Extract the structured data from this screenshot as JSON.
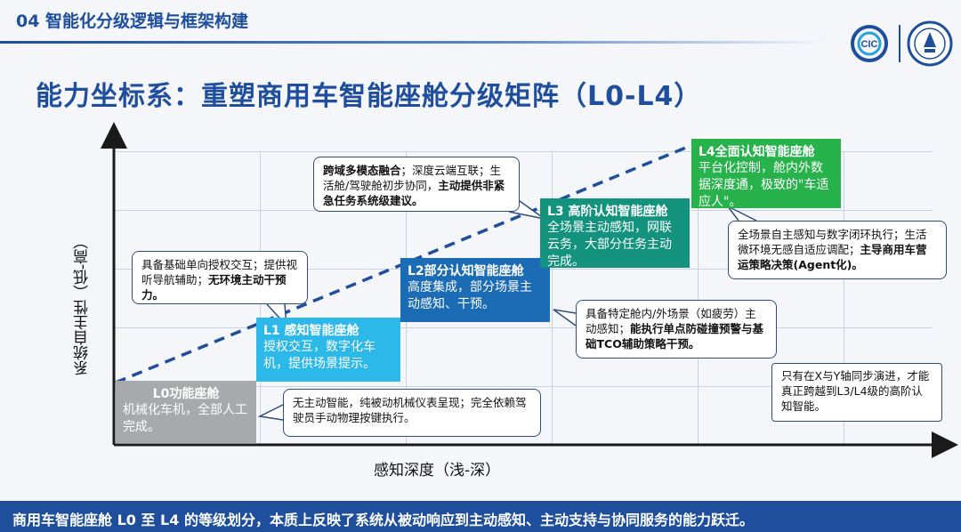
{
  "header": {
    "section_tag": "04 智能化分级逻辑与框架构建",
    "logo_text": "CIC"
  },
  "title": "能力坐标系：重塑商用车智能座舱分级矩阵（L0-L4）",
  "axes": {
    "y_label": "系统自主性（低-高）",
    "x_label": "感知深度（浅-深）"
  },
  "levels": [
    {
      "title": "L0功能座舱",
      "desc": "机械化车机，全部人工完成。",
      "color": "#a7a9ad"
    },
    {
      "title": "L1 感知智能座舱",
      "desc": "授权交互，数字化车机，提供场景提示。",
      "color": "#2cb9ea"
    },
    {
      "title": "L2部分认知智能座舱",
      "desc": "高度集成，部分场景主动感知、干预。",
      "color": "#1c6bb5"
    },
    {
      "title": "L3 高阶认知智能座舱",
      "desc": "全场景主动感知，网联云务，大部分任务主动完成。",
      "color": "#13937e"
    },
    {
      "title": "L4全面认知智能座舱",
      "desc": "平台化控制，舱内外数据深度通，极致的\"车适应人\"。",
      "color": "#28b24c"
    }
  ],
  "callouts": {
    "c0": {
      "plain": "无主动智能，纯被动机械仪表呈现；完全依赖驾驶员手动物理按键执行。"
    },
    "c1": {
      "plain": "具备基础单向授权交互；提供视听导航辅助；",
      "bold": "无环境主动干预力。"
    },
    "c2": {
      "bold1": "跨域多模态融合",
      "plain1": "；深度云端互联；生活舱/驾驶舱初步协同，",
      "bold2": "主动提供非紧急任务系统级建议。"
    },
    "c3": {
      "plain": "具备特定舱内/外场景（如疲劳）主动感知；",
      "bold": "能执行单点防碰撞预警与基础TCO辅助策略干预。"
    },
    "c4": {
      "plain": "全场景自主感知与数字闭环执行；生活微环境无感自适应调配；",
      "bold": "主导商用车营运策略决策(Agent化)。"
    }
  },
  "note": "只有在X与Y轴同步演进，才能真正跨越到L3/L4级的高阶认知智能。",
  "footer": "商用车智能座舱 L0 至 L4 的等级划分，本质上反映了系统从被动响应到主动感知、主动支持与协同服务的能力跃迁。"
}
